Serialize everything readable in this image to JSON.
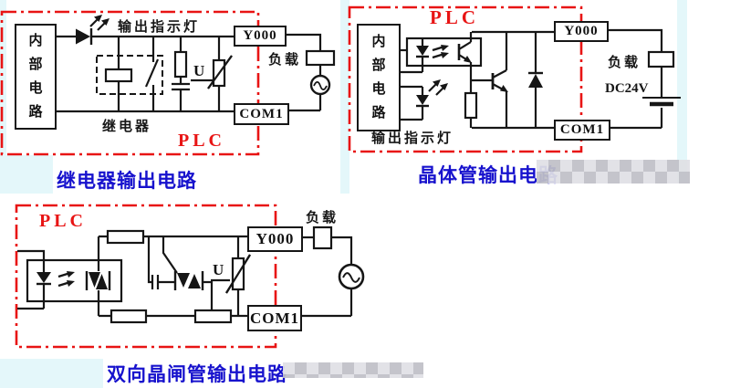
{
  "colors": {
    "red_boundary": "#e81414",
    "caption_blue": "#1712cd",
    "line_black": "#161616",
    "panel_tint": "#e4f7fa",
    "mosaic_gray": "#c0c0c7"
  },
  "diagram_relay": {
    "plc_label": "PLC",
    "internal_circuit": "内部电路",
    "output_indicator": "输出指示灯",
    "relay_label": "继电器",
    "voltage_label": "U",
    "terminal_y000": "Y000",
    "terminal_com1": "COM1",
    "load_label": "负载",
    "caption": "继电器输出电路"
  },
  "diagram_transistor": {
    "plc_label": "PLC",
    "internal_circuit": "内部电路",
    "output_indicator": "输出指示灯",
    "terminal_y000": "Y000",
    "terminal_com1": "COM1",
    "load_label": "负载",
    "power_label": "DC24V",
    "caption": "晶体管输出电路"
  },
  "diagram_triac": {
    "plc_label": "PLC",
    "voltage_label": "U",
    "terminal_y000": "Y000",
    "terminal_com1": "COM1",
    "load_label": "负载",
    "caption": "双向晶闸管输出电路"
  }
}
